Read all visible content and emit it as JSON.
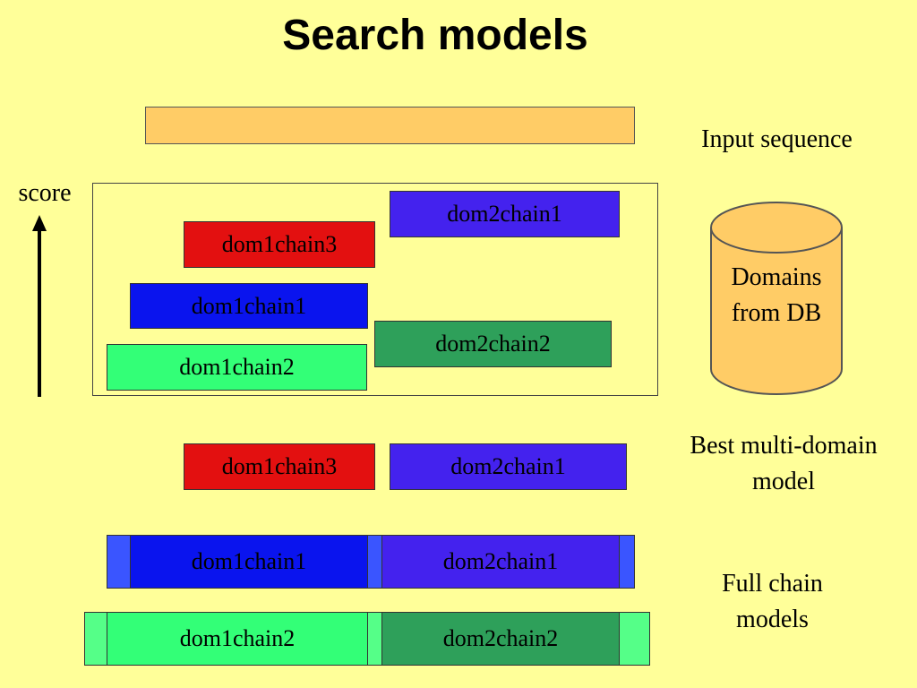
{
  "title": "Search models",
  "labels": {
    "input_sequence": "Input sequence",
    "score": "score",
    "db_line1": "Domains",
    "db_line2": "from DB",
    "best_line1": "Best multi-domain",
    "best_line2": "model",
    "full_line1": "Full chain",
    "full_line2": "models"
  },
  "chains": {
    "d2c1": "dom2chain1",
    "d1c3": "dom1chain3",
    "d1c1": "dom1chain1",
    "d2c2": "dom2chain2",
    "d1c2": "dom1chain2"
  },
  "colors": {
    "background": "#FFFF99",
    "input_sequence": "#FFCC66",
    "dom1chain3": "#E31010",
    "dom1chain1": "#0A14EE",
    "dom2chain1": "#4422EE",
    "dom2chain2": "#2EA05A",
    "dom1chain2": "#33FF77",
    "database": "#FFCC66"
  }
}
